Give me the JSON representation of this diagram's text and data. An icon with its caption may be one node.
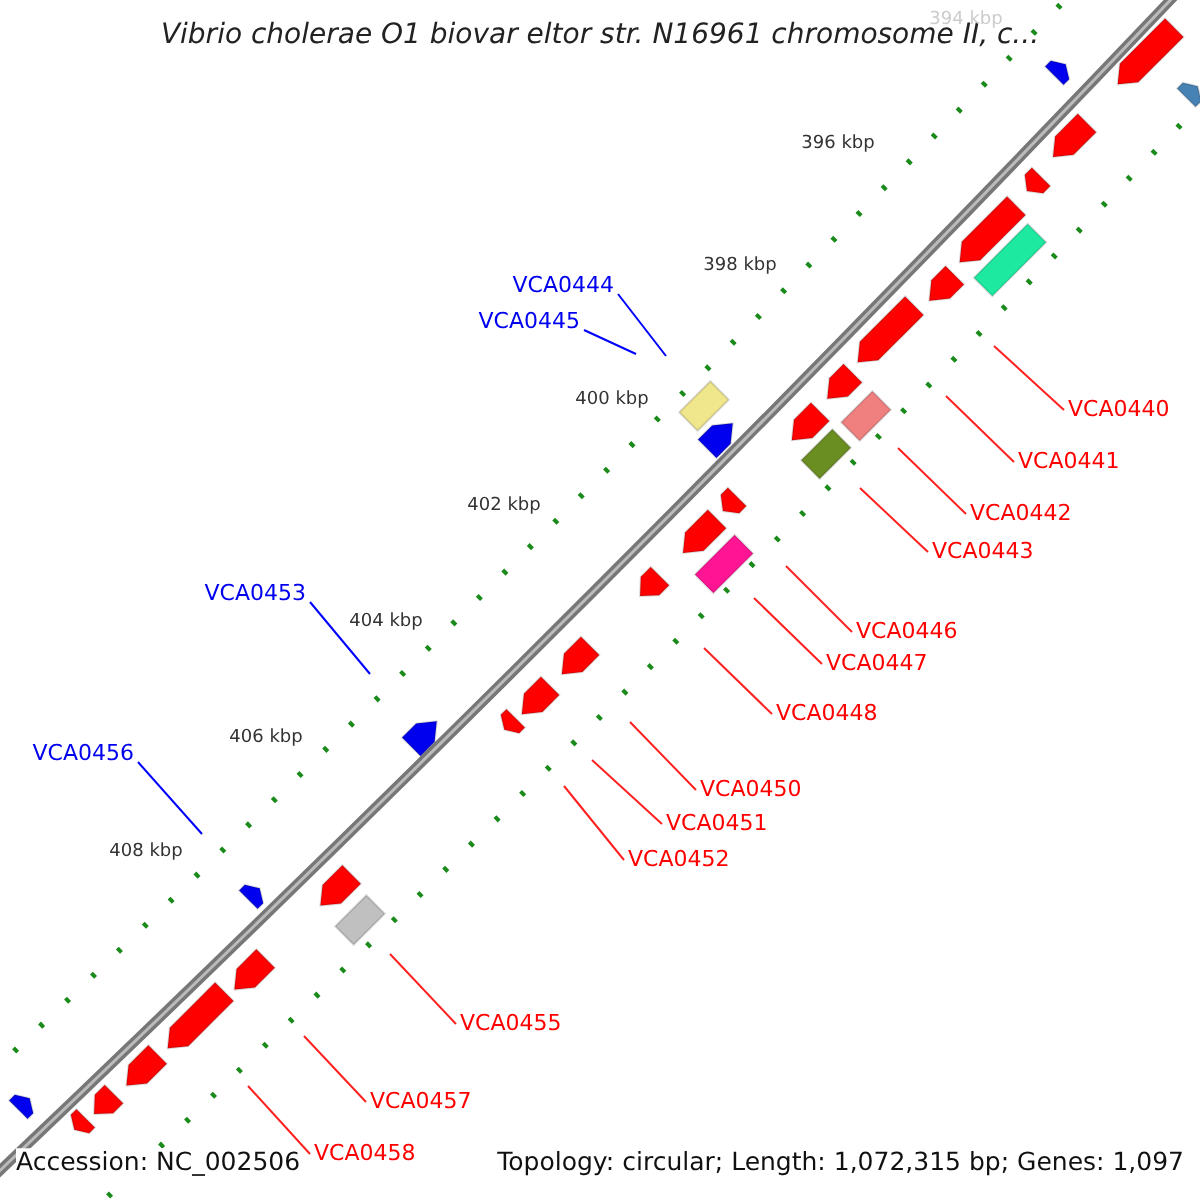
{
  "diagram": {
    "title": "Vibrio cholerae O1 biovar eltor str. N16961 chromosome II, c...",
    "nodes": [
      {
        "text": [
          "VCA0444"
        ]
      },
      {
        "text": [
          "VCA0445"
        ]
      },
      {
        "text": [
          "VCA0440"
        ]
      },
      {
        "text": [
          "VCA0441"
        ]
      },
      {
        "text": [
          "VCA0442"
        ]
      },
      {
        "text": [
          "VCA0443"
        ]
      },
      {
        "text": [
          "VCA0453"
        ]
      },
      {
        "text": [
          "VCA0446"
        ]
      },
      {
        "text": [
          "VCA0447"
        ]
      },
      {
        "text": [
          "VCA0448"
        ]
      },
      {
        "text": [
          "VCA0456"
        ]
      },
      {
        "text": [
          "VCA0450"
        ]
      },
      {
        "text": [
          "VCA0451"
        ]
      },
      {
        "text": [
          "VCA0452"
        ]
      },
      {
        "text": [
          "VCA0455"
        ]
      },
      {
        "text": [
          "VCA0457"
        ]
      },
      {
        "text": [
          "VCA0458"
        ]
      }
    ],
    "edges": [
      {
        "from": 0,
        "to": null,
        "arrow": "none",
        "color": "#0000ff"
      },
      {
        "from": 1,
        "to": null,
        "arrow": "none",
        "color": "#0000ff"
      },
      {
        "from": 2,
        "to": null,
        "arrow": "none"
      },
      {
        "from": 3,
        "to": null,
        "arrow": "none"
      },
      {
        "from": 4,
        "to": null,
        "arrow": "none"
      },
      {
        "from": 5,
        "to": null,
        "arrow": "none"
      },
      {
        "from": 6,
        "to": null,
        "arrow": "none",
        "color": "#0000ff"
      },
      {
        "from": 7,
        "to": null,
        "arrow": "none"
      },
      {
        "from": 8,
        "to": null,
        "arrow": "none"
      },
      {
        "from": 9,
        "to": null,
        "arrow": "none"
      },
      {
        "from": 10,
        "to": null,
        "arrow": "none",
        "color": "#0000ff"
      },
      {
        "from": 11,
        "to": null,
        "arrow": "none"
      },
      {
        "from": 12,
        "to": null,
        "arrow": "none"
      },
      {
        "from": 13,
        "to": null,
        "arrow": "none"
      },
      {
        "from": 14,
        "to": null,
        "arrow": "none"
      },
      {
        "from": 15,
        "to": null,
        "arrow": "none"
      },
      {
        "from": 16,
        "to": null,
        "arrow": "none"
      }
    ],
    "labels": [
      "394 kbp",
      "396 kbp",
      "398 kbp",
      "400 kbp",
      "402 kbp",
      "404 kbp",
      "406 kbp",
      "408 kbp",
      "Accession: NC_002506",
      "Topology: circular; Length: 1,072,315 bp; Genes: 1,097"
    ]
  }
}
